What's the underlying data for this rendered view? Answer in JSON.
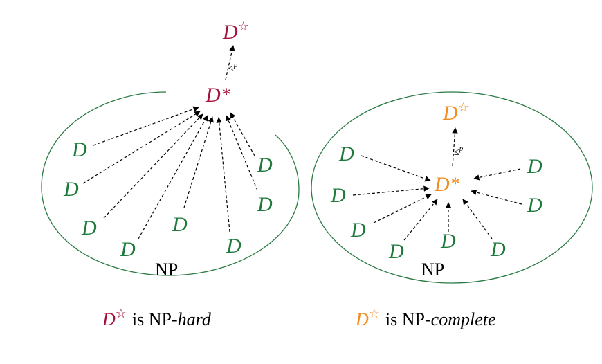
{
  "colors": {
    "node": "#1e7a3c",
    "hard": "#a3123a",
    "complete": "#f28c1c",
    "ellipse": "#2a7a44"
  },
  "labels": {
    "node": "D",
    "star": "*",
    "reduce_symbol": "≤",
    "reduce_sub": "p",
    "np": "NP",
    "hard_is": "is NP-",
    "hard_word": "hard",
    "complete_is": "is NP-",
    "complete_word": "complete"
  },
  "icons": {
    "hollow_star": "☆"
  }
}
